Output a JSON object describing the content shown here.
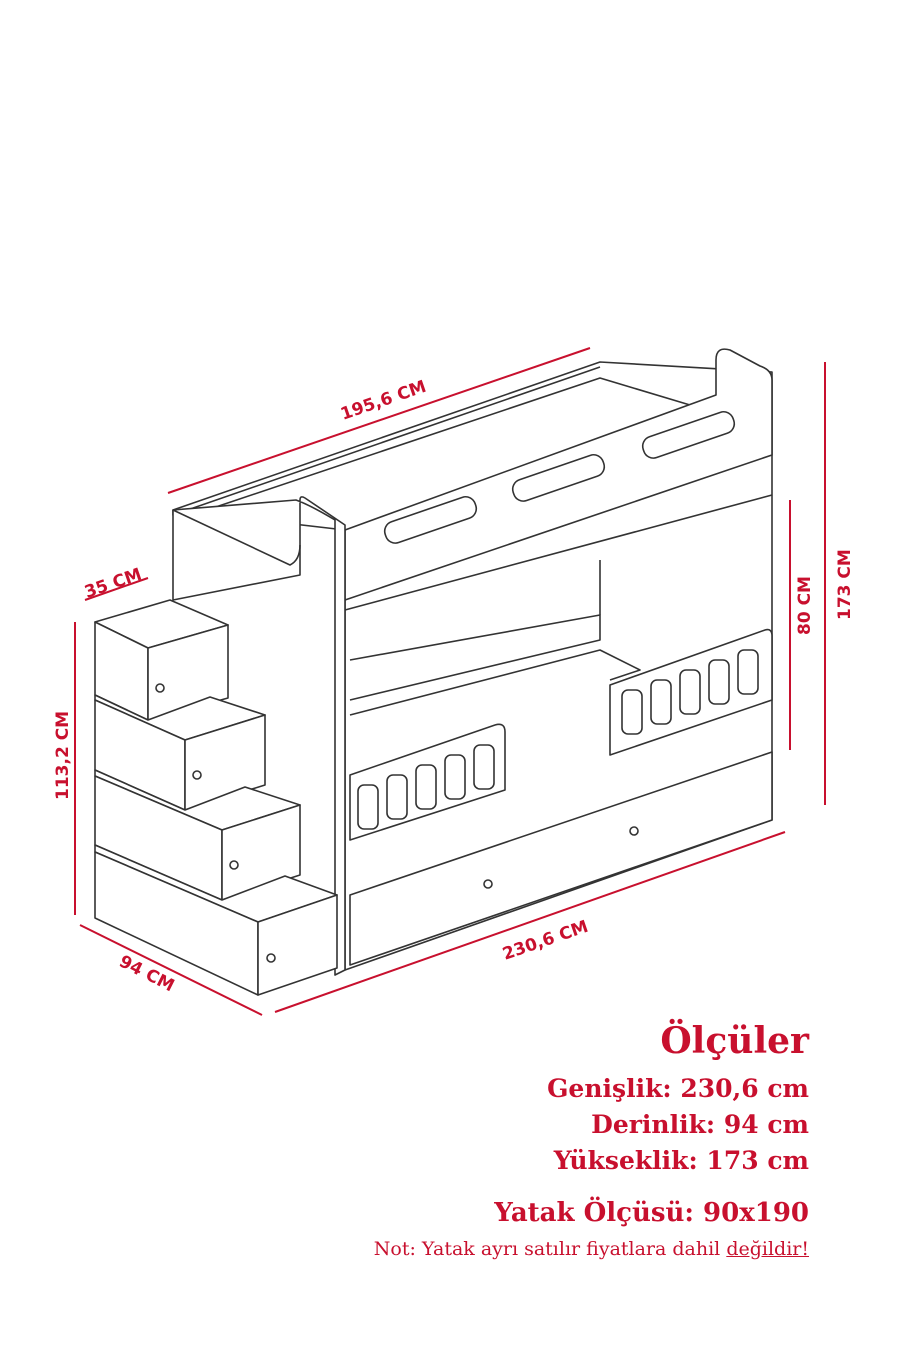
{
  "dimensions": {
    "length_top": "195,6 CM",
    "step_depth": "35 CM",
    "stair_height": "113,2 CM",
    "depth": "94 CM",
    "total_width": "230,6 CM",
    "rail_height": "80 CM",
    "total_height": "173 CM"
  },
  "info": {
    "title": "Ölçüler",
    "width": "Genişlik: 230,6 cm",
    "depth": "Derinlik: 94 cm",
    "height": "Yükseklik: 173 cm",
    "bed_size": "Yatak Ölçüsü: 90x190",
    "note_prefix": "Not: Yatak ayrı satılır fiyatlara dahil ",
    "note_emphasis": "değildir!"
  },
  "colors": {
    "accent": "#c8102e",
    "line": "#333333"
  }
}
